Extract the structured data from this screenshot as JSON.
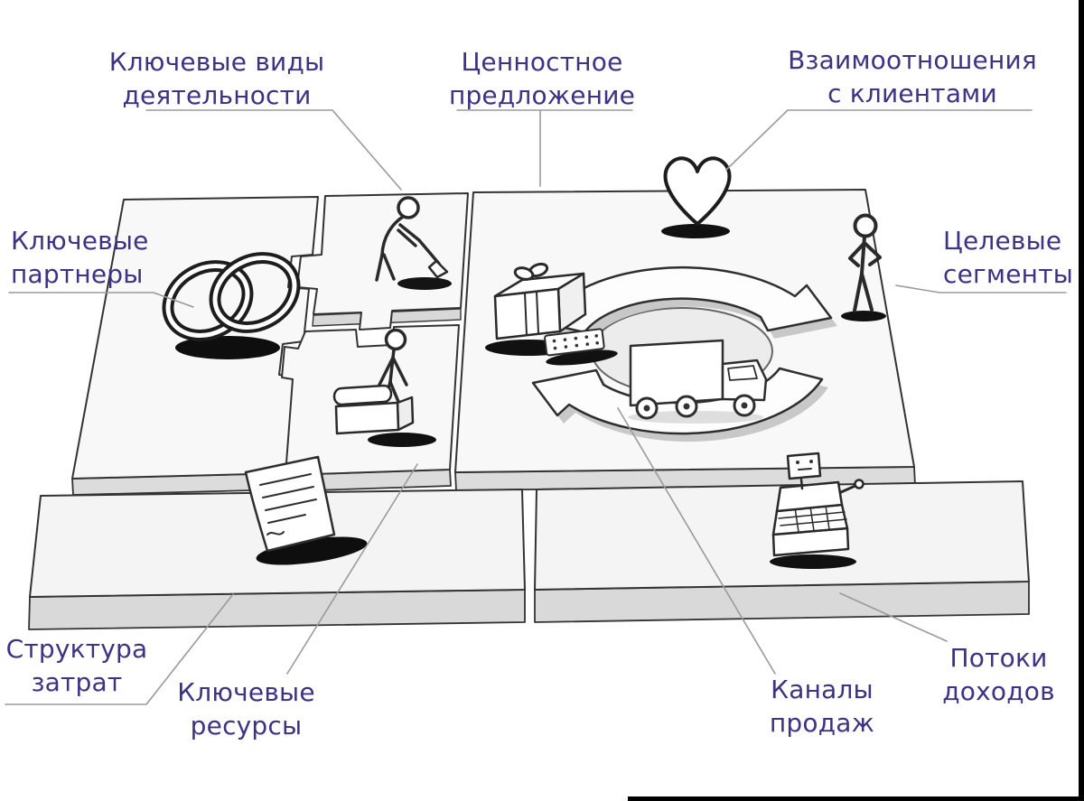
{
  "labels": {
    "key_activities": {
      "line1": "Ключевые виды",
      "line2": "деятельности"
    },
    "value_proposition": {
      "line1": "Ценностное",
      "line2": "предложение"
    },
    "customer_relationships": {
      "line1": "Взаимоотношения",
      "line2": "с клиентами"
    },
    "key_partners": {
      "line1": "Ключевые",
      "line2": "партнеры"
    },
    "customer_segments": {
      "line1": "Целевые",
      "line2": "сегменты"
    },
    "cost_structure": {
      "line1": "Структура",
      "line2": "затрат"
    },
    "key_resources": {
      "line1": "Ключевые",
      "line2": "ресурсы"
    },
    "sales_channels": {
      "line1": "Каналы",
      "line2": "продаж"
    },
    "revenue_streams": {
      "line1": "Потоки",
      "line2": "доходов"
    }
  },
  "colors": {
    "label_text": "#3b3383",
    "leader_line": "#9a9a9a",
    "sketch_ink": "#2d2d2d",
    "platform_top": "#f6f6f6",
    "platform_side": "#dadada"
  },
  "icons": {
    "key_partners": "interlocked-rings-icon",
    "key_activities": "person-digging-icon",
    "key_resources": "person-with-machine-icon",
    "value_proposition": "gift-box-icon",
    "customer_relationships": "heart-icon",
    "sales_channels": "delivery-truck-icon",
    "customer_segments": "standing-person-icon",
    "revenue_streams": "cash-register-icon",
    "cost_structure": "invoice-document-icon",
    "center_cycle": "cycle-arrows-icon"
  }
}
